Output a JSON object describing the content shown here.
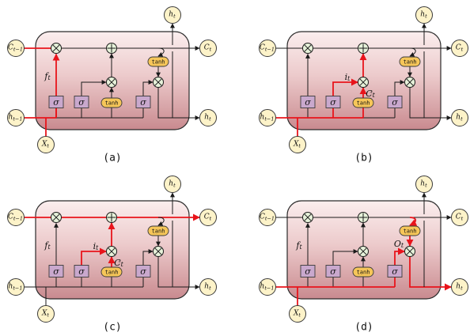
{
  "labels": {
    "c_prev": "Ct−1",
    "c_next": "Ct",
    "h_prev": "ht−1",
    "h_next": "ht",
    "h_top": "ht",
    "x_in": "Xt",
    "sigma": "σ",
    "tanh": "tanh"
  },
  "panels": [
    {
      "caption": "(a)",
      "gate_labels": [
        "ft"
      ],
      "highlight": "forget"
    },
    {
      "caption": "(b)",
      "gate_labels": [
        "it",
        "C̃t"
      ],
      "highlight": "input"
    },
    {
      "caption": "(c)",
      "gate_labels": [
        "ft",
        "it",
        "C̃t"
      ],
      "highlight": "cellstate"
    },
    {
      "caption": "(d)",
      "gate_labels": [
        "ft",
        "Ot"
      ],
      "highlight": "output"
    }
  ],
  "colors": {
    "cell_gradient_top": "#fbeeee",
    "cell_gradient_bottom": "#c98a8f",
    "highlight": "#e8141b",
    "io_circle": "#fdf3c9",
    "op_circle": "#e7f2da",
    "sigma_box": "#c9a8cd",
    "tanh_pill": "#f6c659"
  },
  "icons": [
    "multiply-icon",
    "add-icon",
    "sigma-box",
    "tanh-pill"
  ]
}
